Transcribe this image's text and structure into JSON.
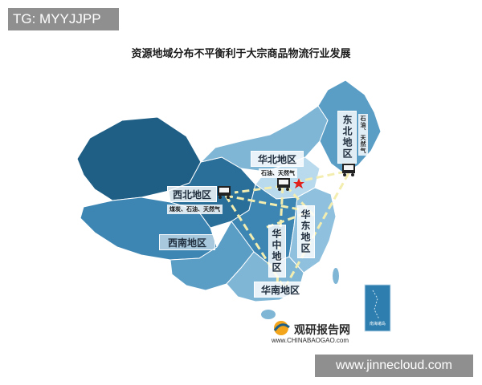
{
  "watermark_top": "TG: MYYJJPP",
  "title": "资源地域分布不平衡利于大宗商品物流行业发展",
  "regions": {
    "northeast": {
      "name": "东北地区",
      "resources": "石油、天然气"
    },
    "north": {
      "name": "华北地区",
      "resources": "石油、天然气"
    },
    "northwest": {
      "name": "西北地区",
      "resources": "煤炭、石油、天然气"
    },
    "east": {
      "name": "华东地区"
    },
    "central": {
      "name": "华中地区"
    },
    "southwest": {
      "name": "西南地区"
    },
    "south": {
      "name": "华南地区"
    }
  },
  "logo": {
    "name": "观研报告网",
    "url": "www.CHINABAOGAO.com"
  },
  "inset_label": "南海诸岛",
  "watermark_bottom": "www.jinnecloud.com",
  "colors": {
    "dark": "#1f5f86",
    "mid": "#3d86b3",
    "light": "#7fb6d6",
    "pale": "#b9d9ec",
    "route": "#f3eeb0"
  }
}
